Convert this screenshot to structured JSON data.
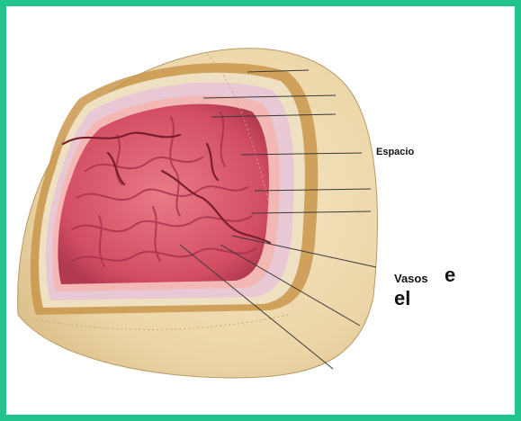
{
  "labels": {
    "espacio": "Espacio",
    "vasos": "Vasos",
    "e": "e",
    "el": "el"
  },
  "colors": {
    "frame": "#21c48a",
    "skull": "#ecd6a8",
    "bone_band": "#c9974c",
    "dura": "#e8c8d4",
    "arachnoid": "#f3b8b3",
    "brain": "#d9566a",
    "vessel": "#7a1e2c",
    "leader_line": "#3a3a3a"
  }
}
